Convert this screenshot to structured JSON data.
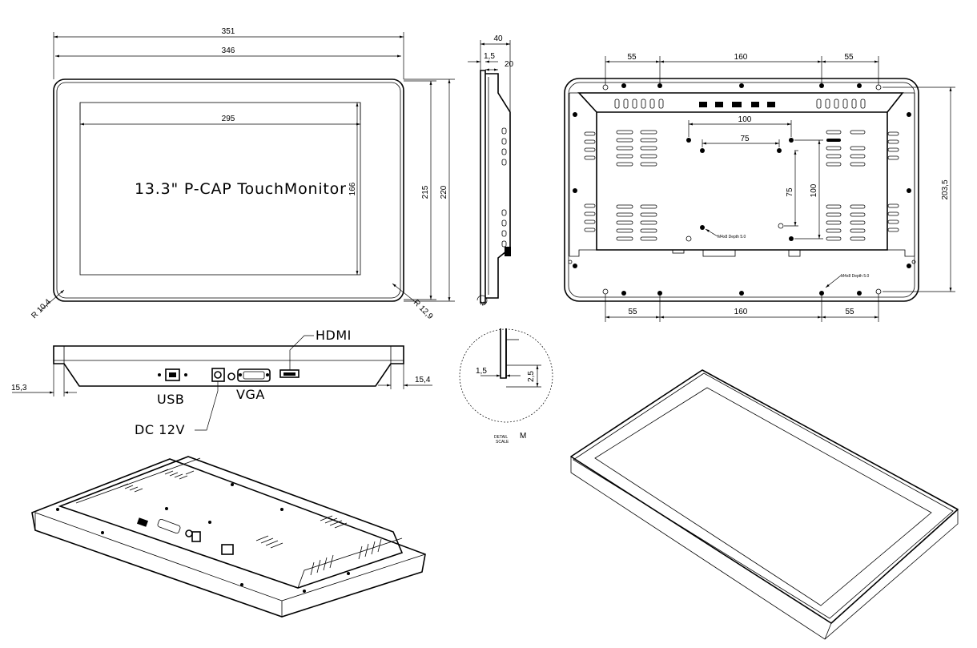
{
  "title": "13.3\" P-CAP TouchMonitor",
  "front_view": {
    "dims": {
      "overall_width": "351",
      "bezel_width": "346",
      "active_width": "295",
      "active_height": "166",
      "bezel_height": "215",
      "overall_height": "220"
    },
    "radius_left": "R 10,4",
    "radius_right": "R 12,9"
  },
  "side_view": {
    "dims": {
      "depth": "40",
      "bezel_thickness": "1,5",
      "frame_depth": "20"
    },
    "detail_ref": "M"
  },
  "rear_view": {
    "dims": {
      "top_left": "55",
      "top_center": "160",
      "top_right": "55",
      "bottom_left": "55",
      "bottom_center": "160",
      "bottom_right": "55",
      "vesa_100_w": "100",
      "vesa_75_w": "75",
      "vesa_75_h": "75",
      "vesa_100_h": "100",
      "height": "203,5"
    },
    "notes": {
      "mount_note": "M4x8 Depth 5.0",
      "side_note": "M4x8 Depth 5.0"
    }
  },
  "bottom_view": {
    "ports": {
      "usb": "USB",
      "vga": "VGA",
      "hdmi": "HDMI",
      "dc": "DC 12V"
    },
    "dims": {
      "left_offset": "15,3",
      "right_offset": "15,4"
    }
  },
  "detail_m": {
    "dims": {
      "lip": "1,5",
      "height": "2,5"
    },
    "label": "DETAIL",
    "scale": "SCALE",
    "ref": "M"
  }
}
